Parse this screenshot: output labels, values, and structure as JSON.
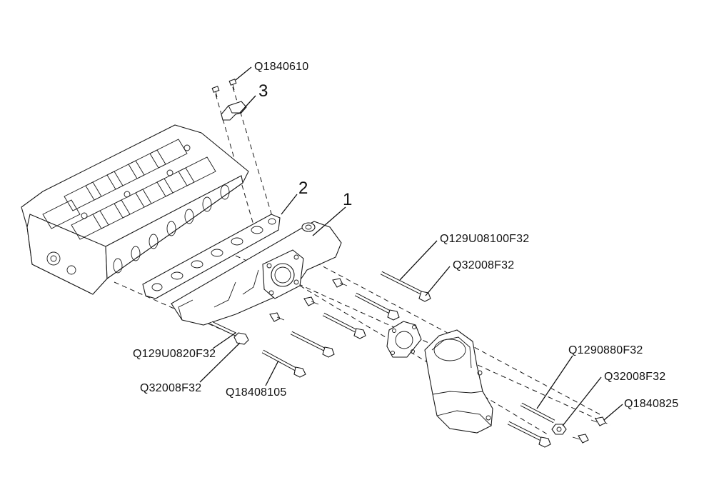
{
  "diagram": {
    "callouts": [
      {
        "id": "c-q1840610",
        "text": "Q1840610"
      },
      {
        "id": "c-3",
        "text": "3"
      },
      {
        "id": "c-2",
        "text": "2"
      },
      {
        "id": "c-1",
        "text": "1"
      },
      {
        "id": "c-q129u08100f32",
        "text": "Q129U08100F32"
      },
      {
        "id": "c-q32008f32-a",
        "text": "Q32008F32"
      },
      {
        "id": "c-q129u0820f32",
        "text": "Q129U0820F32"
      },
      {
        "id": "c-q32008f32-b",
        "text": "Q32008F32"
      },
      {
        "id": "c-q18408105",
        "text": "Q18408105"
      },
      {
        "id": "c-q1290880f32",
        "text": "Q1290880F32"
      },
      {
        "id": "c-q32008f32-c",
        "text": "Q32008F32"
      },
      {
        "id": "c-q1840825",
        "text": "Q1840825"
      }
    ],
    "parts": [
      {
        "name": "cylinder-head"
      },
      {
        "name": "manifold-gasket",
        "ref": "2"
      },
      {
        "name": "exhaust-manifold",
        "ref": "1"
      },
      {
        "name": "heat-shield-bracket",
        "ref": "3"
      },
      {
        "name": "turbo-flange-gasket"
      },
      {
        "name": "turbo-outlet-elbow"
      }
    ]
  }
}
